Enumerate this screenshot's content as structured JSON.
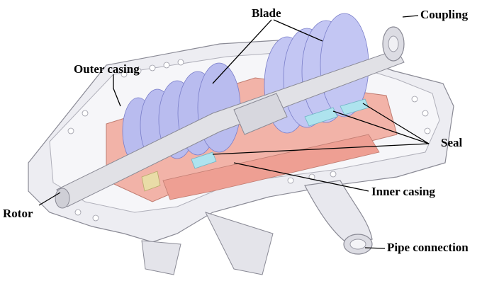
{
  "labels": {
    "blade": "Blade",
    "coupling": "Coupling",
    "outer_casing": "Outer casing",
    "seal": "Seal",
    "inner_casing": "Inner casing",
    "rotor": "Rotor",
    "pipe_connection": "Pipe connection"
  },
  "colors": {
    "outer_casing": "#ececf1",
    "inner_casing": "#f2b3a8",
    "blades": "#b9bcef",
    "rotor": "#e1e1e6",
    "seal": "#aee3ee",
    "bearing": "#e9dca7",
    "outline": "#8a8a95"
  }
}
